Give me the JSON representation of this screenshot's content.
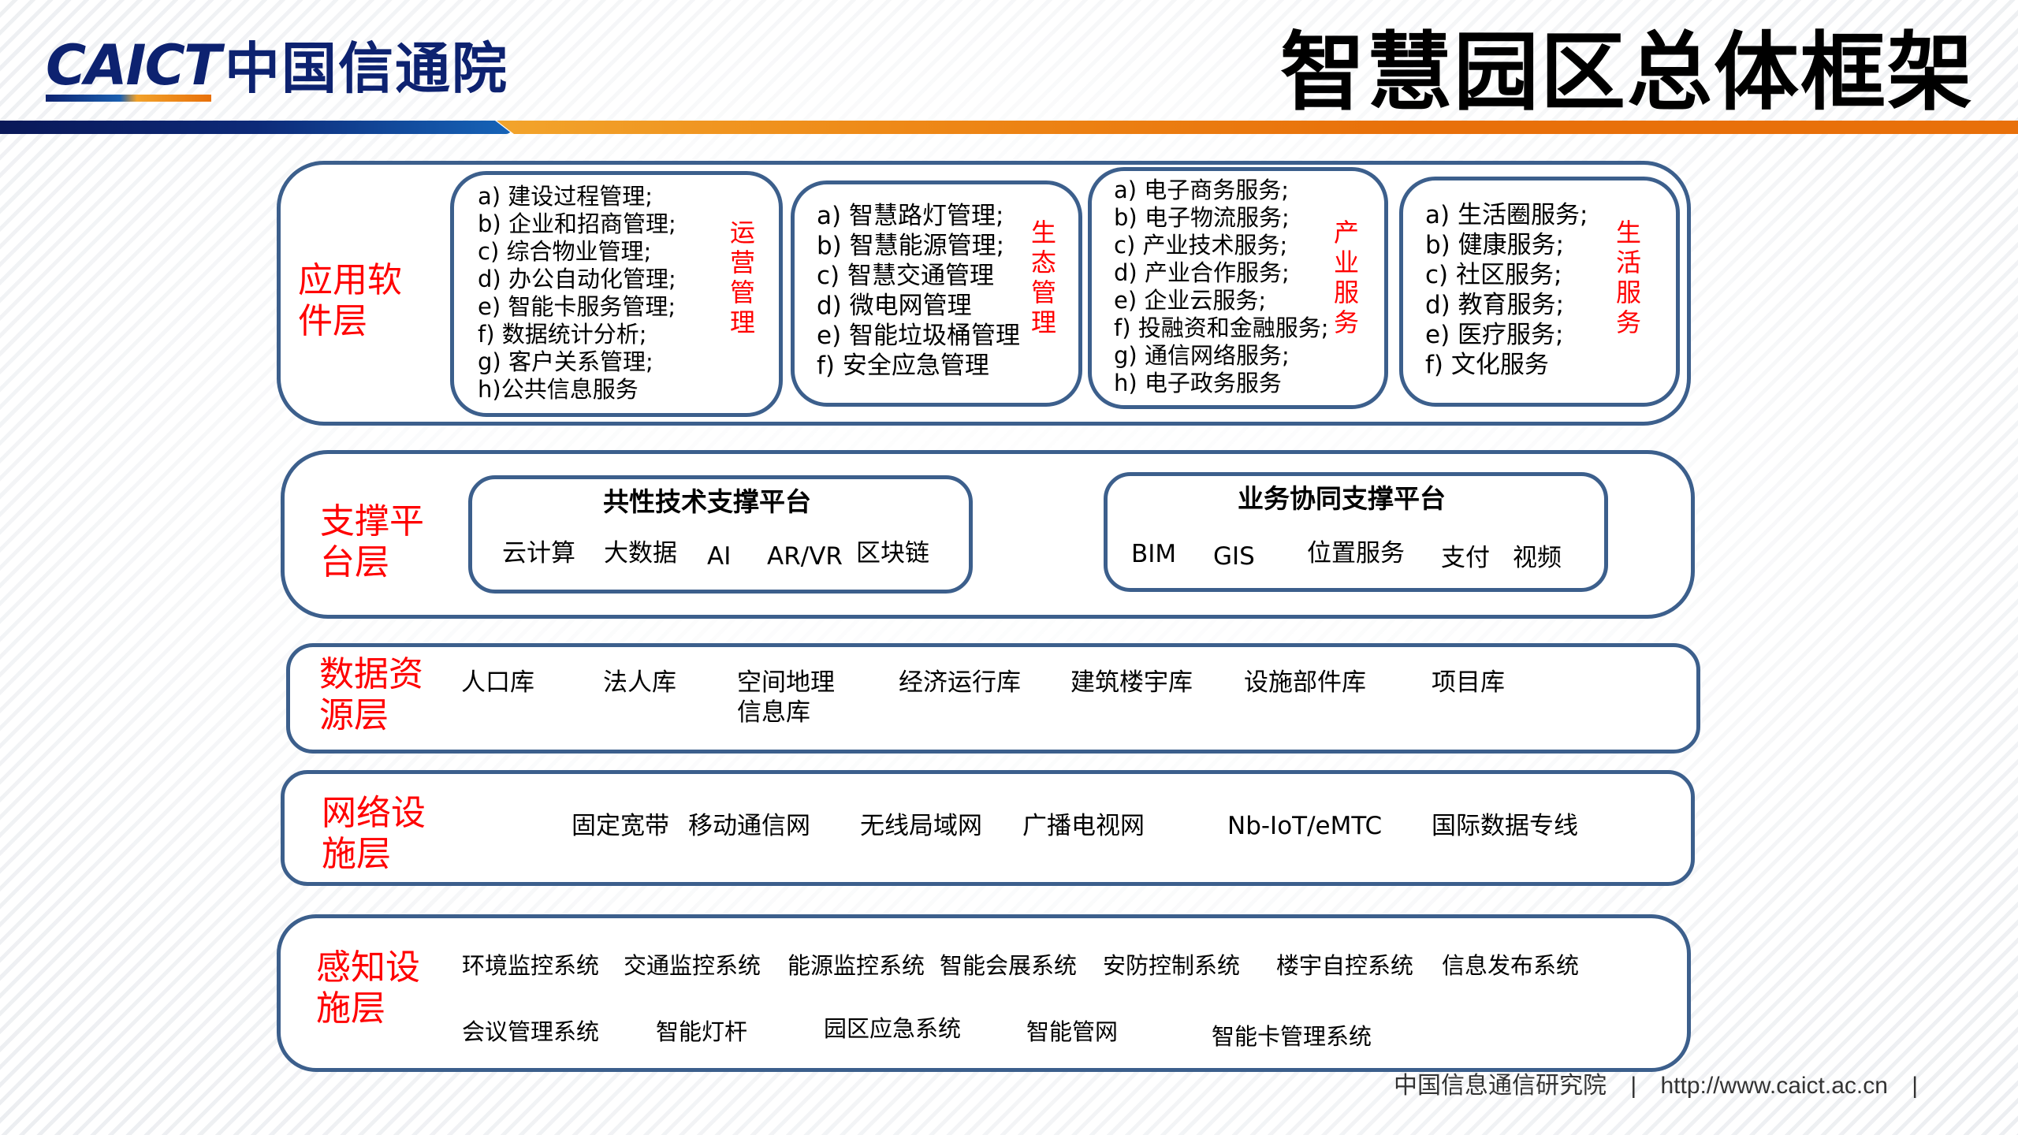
{
  "header": {
    "logo_en": "CAICT",
    "logo_cn": "中国信通院",
    "title": "智慧园区总体框架",
    "colors": {
      "brand_blue": "#0d2270",
      "accent_orange": "#e8700a",
      "border": "#3c5f8c",
      "label_red": "#ff0000"
    }
  },
  "layers": {
    "application": {
      "label_line1": "应用软",
      "label_line2": "件层",
      "groups": [
        {
          "side_label": [
            "运",
            "营",
            "管",
            "理"
          ],
          "items": [
            "a) 建设过程管理;",
            "b) 企业和招商管理;",
            "c) 综合物业管理;",
            "d) 办公自动化管理;",
            "e) 智能卡服务管理;",
            "f) 数据统计分析;",
            "g) 客户关系管理;",
            "h)公共信息服务"
          ]
        },
        {
          "side_label": [
            "生",
            "态",
            "管",
            "理"
          ],
          "items": [
            "a) 智慧路灯管理;",
            "b) 智慧能源管理;",
            "c) 智慧交通管理",
            "d) 微电网管理",
            "e) 智能垃圾桶管理",
            "f)   安全应急管理"
          ]
        },
        {
          "side_label": [
            "产",
            "业",
            "服",
            "务"
          ],
          "items": [
            "a) 电子商务服务;",
            "b) 电子物流服务;",
            "c) 产业技术服务;",
            "d) 产业合作服务;",
            "e) 企业云服务;",
            "f) 投融资和金融服务;",
            "g) 通信网络服务;",
            "h) 电子政务服务"
          ]
        },
        {
          "side_label": [
            "生",
            "活",
            "服",
            "务"
          ],
          "items": [
            "a) 生活圈服务;",
            "b) 健康服务;",
            "c) 社区服务;",
            "d) 教育服务;",
            "e) 医疗服务;",
            "f) 文化服务"
          ]
        }
      ]
    },
    "support": {
      "label_line1": "支撑平",
      "label_line2": "台层",
      "platforms": [
        {
          "title": "共性技术支撑平台",
          "items": [
            "云计算",
            "大数据",
            "AI",
            "AR/VR",
            "区块链"
          ]
        },
        {
          "title": "业务协同支撑平台",
          "items": [
            "BIM",
            "GIS",
            "位置服务",
            "支付",
            "视频"
          ]
        }
      ]
    },
    "data": {
      "label_line1": "数据资",
      "label_line2": "源层",
      "items": [
        "人口库",
        "法人库",
        "空间地理",
        "信息库",
        "经济运行库",
        "建筑楼宇库",
        "设施部件库",
        "项目库"
      ]
    },
    "network": {
      "label_line1": "网络设",
      "label_line2": "施层",
      "items": [
        "固定宽带",
        "移动通信网",
        "无线局域网",
        "广播电视网",
        "Nb-IoT/eMTC",
        "国际数据专线"
      ]
    },
    "perception": {
      "label_line1": "感知设",
      "label_line2": "施层",
      "row1": [
        "环境监控系统",
        "交通监控系统",
        "能源监控系统",
        "智能会展系统",
        "安防控制系统",
        "楼宇自控系统",
        "信息发布系统"
      ],
      "row2": [
        "会议管理系统",
        "智能灯杆",
        "园区应急系统",
        "智能管网",
        "智能卡管理系统"
      ]
    }
  },
  "footer": {
    "org": "中国信息通信研究院",
    "separator": "|",
    "url": "http://www.caict.ac.cn",
    "trailing_separator": "|"
  }
}
